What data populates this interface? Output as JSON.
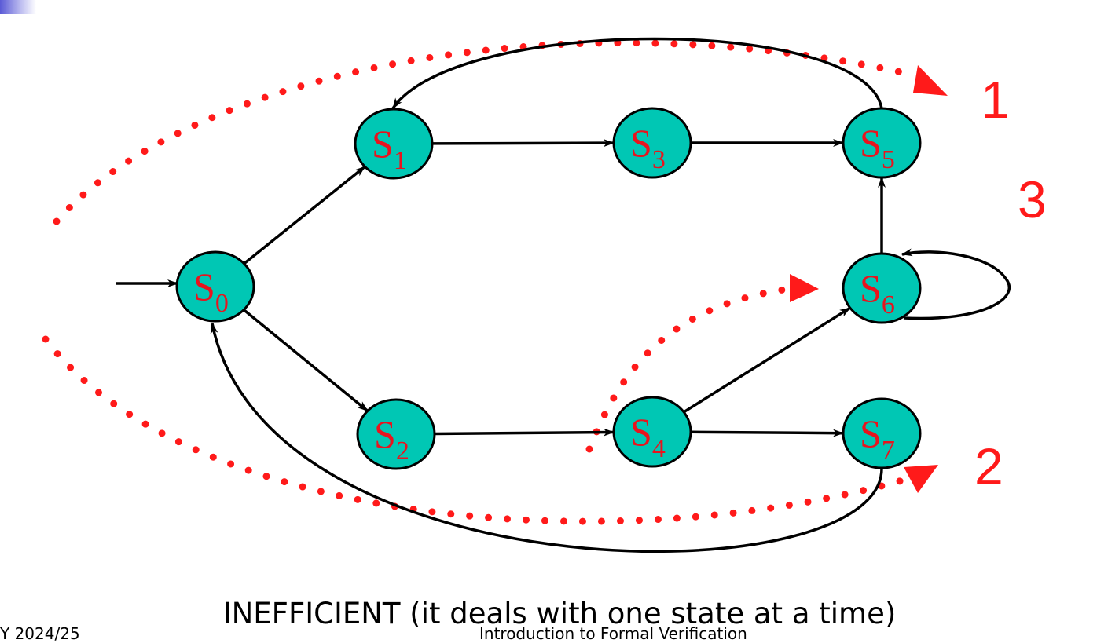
{
  "diagram": {
    "states": [
      {
        "id": "s0",
        "letter": "S",
        "sub": "0"
      },
      {
        "id": "s1",
        "letter": "S",
        "sub": "1"
      },
      {
        "id": "s2",
        "letter": "S",
        "sub": "2"
      },
      {
        "id": "s3",
        "letter": "S",
        "sub": "3"
      },
      {
        "id": "s4",
        "letter": "S",
        "sub": "4"
      },
      {
        "id": "s5",
        "letter": "S",
        "sub": "5"
      },
      {
        "id": "s6",
        "letter": "S",
        "sub": "6"
      },
      {
        "id": "s7",
        "letter": "S",
        "sub": "7"
      }
    ],
    "transitions": [
      {
        "from": "s0",
        "to": "s1"
      },
      {
        "from": "s0",
        "to": "s2"
      },
      {
        "from": "s1",
        "to": "s3"
      },
      {
        "from": "s3",
        "to": "s5"
      },
      {
        "from": "s2",
        "to": "s4"
      },
      {
        "from": "s4",
        "to": "s6"
      },
      {
        "from": "s4",
        "to": "s7"
      },
      {
        "from": "s6",
        "to": "s5"
      },
      {
        "from": "s6",
        "to": "s6"
      },
      {
        "from": "s5",
        "to": "s1"
      },
      {
        "from": "s7",
        "to": "s0"
      }
    ],
    "initial_state": "s0",
    "order_labels": [
      "1",
      "2",
      "3"
    ],
    "colors": {
      "state_fill": "#00c7b4",
      "state_text": "#e8141e",
      "dotted_arrows": "#ff1a1a",
      "edges": "#000000"
    }
  },
  "caption": "INEFFICIENT (it deals with one state at a time)",
  "footer": {
    "left": "Y 2024/25",
    "center": "Introduction to Formal Verification"
  }
}
